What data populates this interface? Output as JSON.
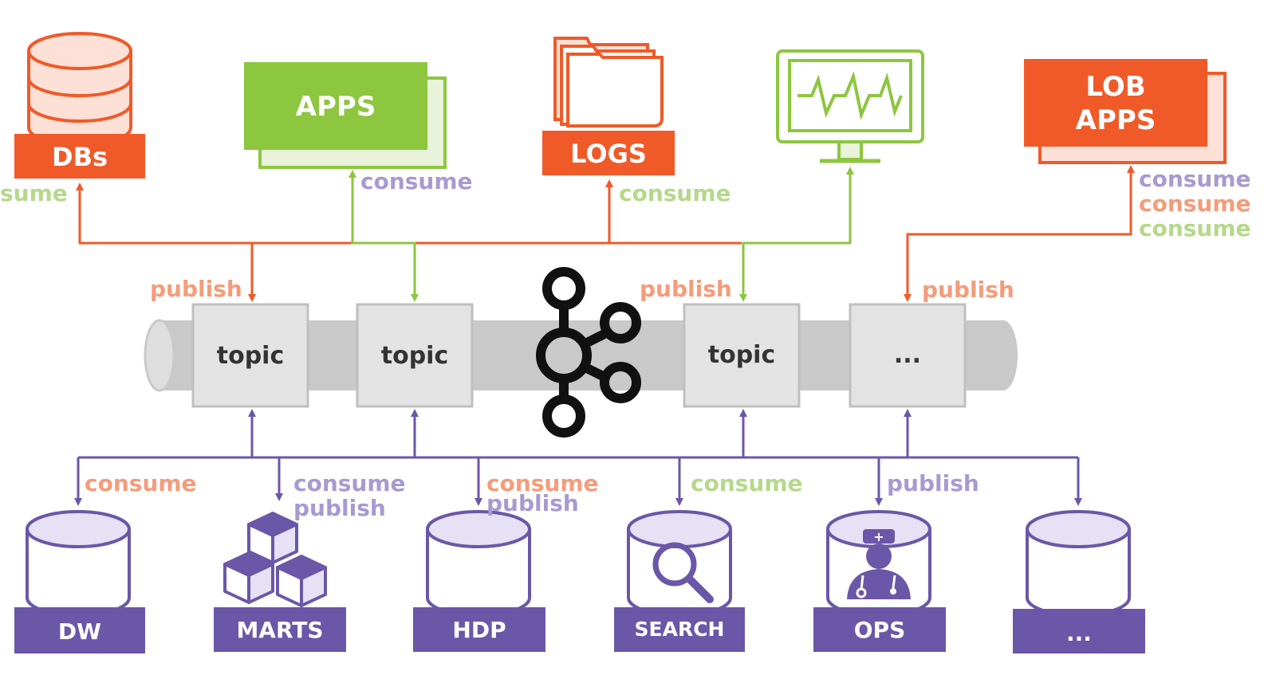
{
  "colors": {
    "orange": "#f05a28",
    "orange_light": "#f49c7a",
    "orange_fill": "#fde0d6",
    "green": "#8dc63f",
    "green_light": "#b5d88a",
    "green_fill": "#e8f3da",
    "purple": "#6b57a8",
    "purple_light": "#a79ad1",
    "purple_fill": "#e6e1f4",
    "pipe": "#c9c9c9",
    "topic_fill": "#e3e3e3",
    "topic_stroke": "#bfbfbf"
  },
  "top_nodes": {
    "dbs": "DBs",
    "apps": "APPS",
    "logs": "LOGS",
    "lob_line1": "LOB",
    "lob_line2": "APPS"
  },
  "bottom_nodes": {
    "dw": "DW",
    "marts": "MARTS",
    "hdp": "HDP",
    "search": "SEARCH",
    "ops": "OPS",
    "more": "..."
  },
  "topics": [
    "topic",
    "topic",
    "topic",
    "..."
  ],
  "labels": {
    "top_consume_dbs": "sume",
    "top_consume_apps": "consume",
    "top_consume_logs": "consume",
    "top_consume_lob_1": "consume",
    "top_consume_lob_2": "consume",
    "top_consume_lob_3": "consume",
    "publish_1": "publish",
    "publish_2": "publish",
    "publish_3": "publish",
    "bottom_consume_dw": "consume",
    "bottom_consume_marts": "consume",
    "bottom_publish_marts": "publish",
    "bottom_consume_hdp": "consume",
    "bottom_publish_hdp": "publish",
    "bottom_consume_search": "consume",
    "bottom_publish_ops": "publish"
  },
  "icons": {
    "kafka": "kafka-logo-icon",
    "database": "database-icon",
    "folder": "folder-stack-icon",
    "monitor": "heartbeat-monitor-icon",
    "cubes": "cubes-icon",
    "magnifier": "magnifier-icon",
    "doctor": "doctor-icon"
  }
}
